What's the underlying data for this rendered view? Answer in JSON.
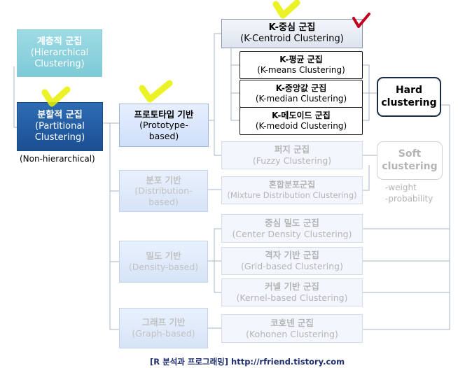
{
  "hierarchical": {
    "title": "계층적 군집",
    "sub": "(Hierarchical Clustering)"
  },
  "partitional": {
    "title": "분할적 군집",
    "sub": "(Partitional Clustering)",
    "note": "(Non-hierarchical)"
  },
  "categories": [
    {
      "title": "프로토타입 기반",
      "sub": "(Prototype-based)"
    },
    {
      "title": "분포 기반",
      "sub": "(Distribution-based)"
    },
    {
      "title": "밀도 기반",
      "sub": "(Density-based)"
    },
    {
      "title": "그래프 기반",
      "sub": "(Graph-based)"
    }
  ],
  "kcentroid": {
    "title": "K-중심 군집",
    "sub": "(K-Centroid Clustering)"
  },
  "kmethods": [
    {
      "title": "K-평균 군집",
      "sub": "(K-means Clustering)"
    },
    {
      "title": "K-중앙값 군집",
      "sub": "(K-median Clustering)"
    },
    {
      "title": "K-메도이드 군집",
      "sub": "(K-medoid Clustering)"
    }
  ],
  "fuzzy": {
    "title": "퍼지 군집",
    "sub": "(Fuzzy Clustering)"
  },
  "mixture": {
    "title": "혼합분포군집",
    "sub": "(Mixture Distribution Clustering)"
  },
  "density_methods": [
    {
      "title": "중심 밀도 군집",
      "sub": "(Center Density Clustering)"
    },
    {
      "title": "격자 기반 군집",
      "sub": "(Grid-based Clustering)"
    },
    {
      "title": "커넬 기반 군집",
      "sub": "(Kernel-based Clustering)"
    }
  ],
  "kohonen": {
    "title": "코호넨 군집",
    "sub": "(Kohonen Clustering)"
  },
  "hard": {
    "line1": "Hard",
    "line2": "clustering"
  },
  "soft": {
    "line1": "Soft",
    "line2": "clustering",
    "notes": [
      "-weight",
      "-probability"
    ]
  },
  "footer": "[R 분석과 프로그래밍]  http://rfriend.tistory.com",
  "colors": {
    "highlight": "#e8f000",
    "checkmark": "#c0001c",
    "hierarchical": "#8fd3de",
    "partitional": "#1f5598"
  }
}
